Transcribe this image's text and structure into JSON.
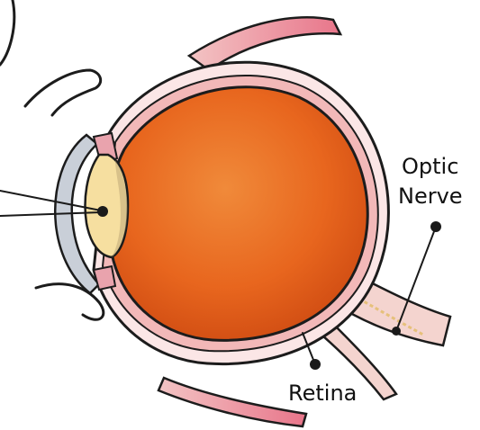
{
  "labels": {
    "optic_nerve_line1": "Optic",
    "optic_nerve_line2": "Nerve",
    "retina": "Retina"
  },
  "colors": {
    "eyeball_orange": "#e8661e",
    "eyeball_dark": "#d24e12",
    "sclera_pink": "#f2b8b8",
    "muscle_pink": "#e97f8c",
    "lens_cream": "#f6dfa0",
    "cornea_gray": "#c9cfd8",
    "nerve_sheath": "#f4d4cf"
  }
}
